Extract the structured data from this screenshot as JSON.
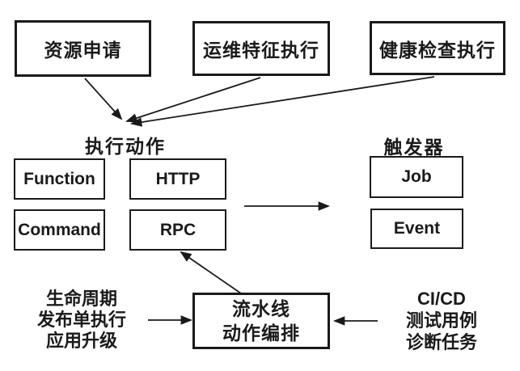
{
  "top_row": {
    "boxes": [
      {
        "label": "资源申请"
      },
      {
        "label": "运维特征执行"
      },
      {
        "label": "健康检查执行"
      }
    ]
  },
  "actions": {
    "title": "执行动作",
    "boxes": [
      {
        "label": "Function"
      },
      {
        "label": "HTTP"
      },
      {
        "label": "Command"
      },
      {
        "label": "RPC"
      }
    ]
  },
  "triggers": {
    "title": "触发器",
    "boxes": [
      {
        "label": "Job"
      },
      {
        "label": "Event"
      }
    ]
  },
  "pipeline": {
    "lines": [
      "流水线",
      "动作编排"
    ]
  },
  "lifecycle": {
    "lines": [
      "生命周期",
      "发布单执行",
      "应用升级"
    ]
  },
  "cicd": {
    "lines": [
      "CI/CD",
      "测试用例",
      "诊断任务"
    ]
  },
  "colors": {
    "ink": "#1a1a1a",
    "background": "#ffffff"
  }
}
